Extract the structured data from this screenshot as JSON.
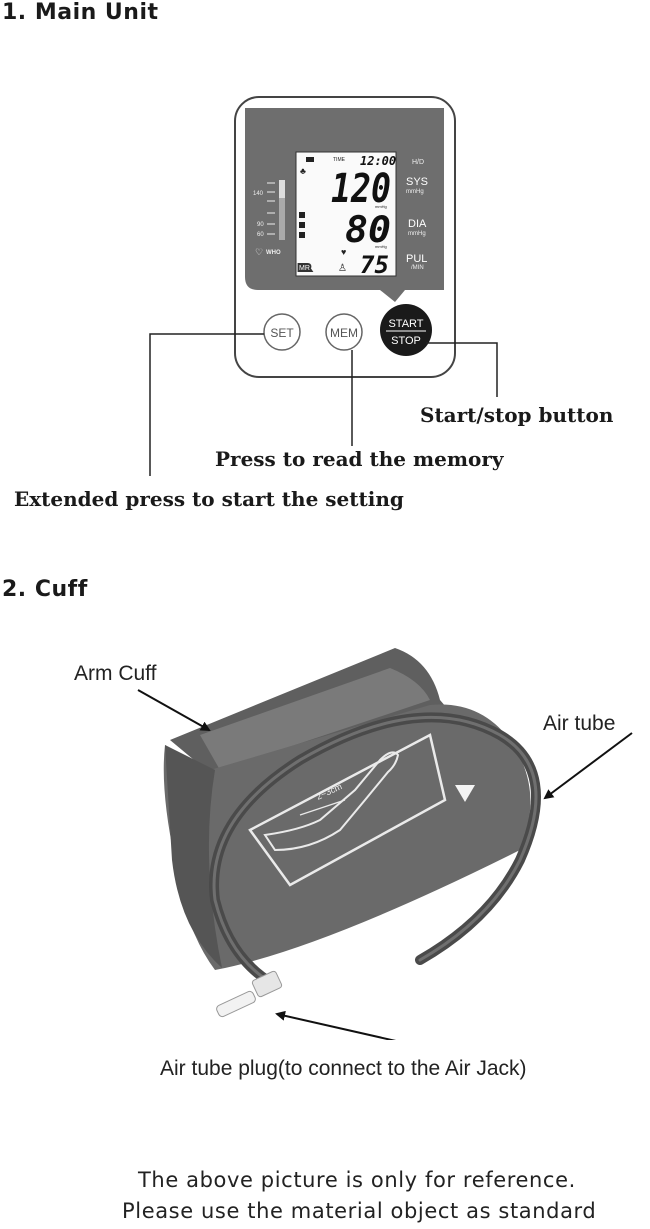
{
  "section1": {
    "title": "1. Main Unit",
    "display": {
      "time_label": "TIME",
      "time": "12:00",
      "hd": "H/D",
      "sys_value": "120",
      "sys_label": "SYS",
      "sys_unit": "mmHg",
      "dia_value": "80",
      "dia_label": "DIA",
      "dia_unit": "mmHg",
      "pul_value": "75",
      "pul_label": "PUL",
      "pul_unit": "/MIN",
      "unit_small": "mmHg",
      "mr": "MR",
      "scale": [
        "140",
        "90",
        "60"
      ],
      "who": "WHO"
    },
    "buttons": {
      "set": "SET",
      "mem": "MEM",
      "start": "START",
      "stop": "STOP"
    },
    "callouts": {
      "start_stop": "Start/stop button",
      "memory": "Press to read the memory",
      "setting": "Extended press to start the setting"
    }
  },
  "section2": {
    "title": "2. Cuff",
    "cuff_marking": "2~3cm",
    "callouts": {
      "arm_cuff": "Arm Cuff",
      "air_tube": "Air tube",
      "plug": "Air tube plug(to connect to the Air Jack)"
    }
  },
  "footer": {
    "line1": "The above picture is only for reference.",
    "line2": "Please use the material object as standard"
  }
}
